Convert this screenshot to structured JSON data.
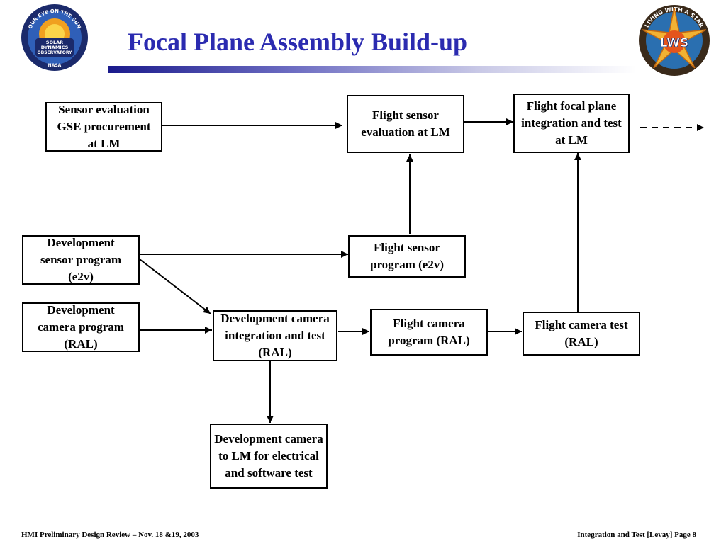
{
  "title": "Focal Plane Assembly Build-up",
  "boxes": {
    "sensor_eval_gse": "Sensor evaluation GSE procurement at LM",
    "flight_sensor_eval": "Flight sensor evaluation at LM",
    "flight_fpa_integration": "Flight focal plane integration and test at LM",
    "dev_sensor_program": "Development sensor program (e2v)",
    "flight_sensor_program": "Flight sensor program (e2v)",
    "dev_camera_program": "Development camera program (RAL)",
    "dev_camera_int_test": "Development camera integration and test (RAL)",
    "flight_camera_program": "Flight camera program (RAL)",
    "flight_camera_test": "Flight camera test (RAL)",
    "dev_camera_to_lm": "Development camera to LM for electrical and software test"
  },
  "logos": {
    "sdo": {
      "top_arc": "OUR EYE ON THE SUN",
      "line1": "SOLAR",
      "line2": "DYNAMICS",
      "line3": "OBSERVATORY",
      "bottom": "NASA"
    },
    "lws": {
      "text": "LWS",
      "arc": "LIVING WITH A STAR"
    }
  },
  "footer": {
    "left": "HMI Preliminary Design Review – Nov. 18 &19, 2003",
    "right": "Integration and Test [Levay] Page 8"
  },
  "colors": {
    "title": "#2b2bb0",
    "bar_dark": "#1a1a8c",
    "lws_gold": "#f2b233"
  }
}
